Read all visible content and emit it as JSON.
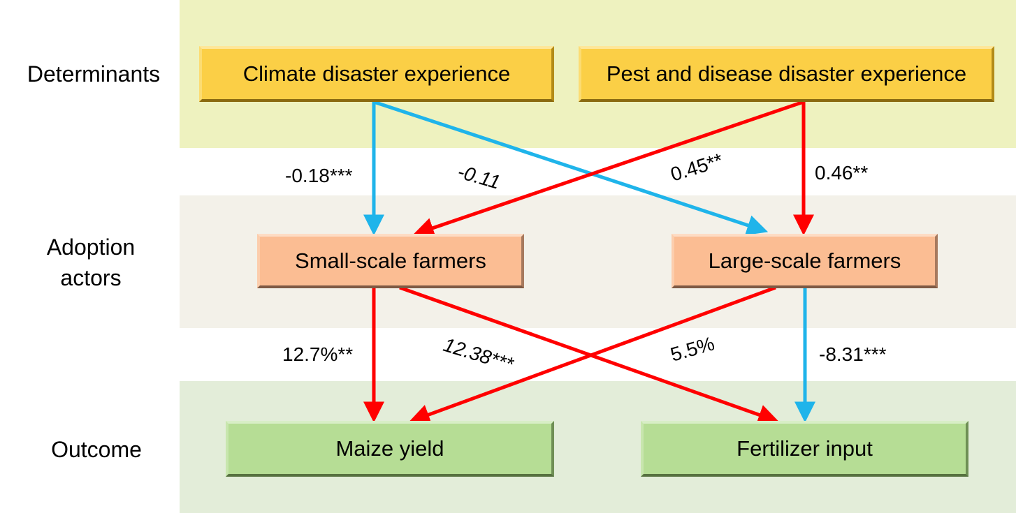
{
  "colors": {
    "positive_arrow": "#ff0000",
    "negative_arrow": "#1fb4ea",
    "determinants_band": "#eef2bf",
    "actors_band": "#f3f1e9",
    "outcome_band": "#e3edd9",
    "determinant_box": "#fbcf46",
    "actor_box": "#fbbd93",
    "outcome_box": "#b6dd95"
  },
  "rows": {
    "determinants": "Determinants",
    "actors_line1": "Adoption",
    "actors_line2": "actors",
    "outcome": "Outcome"
  },
  "nodes": {
    "climate": "Climate disaster experience",
    "pest": "Pest and disease disaster experience",
    "small": "Small-scale farmers",
    "large": "Large-scale farmers",
    "maize": "Maize yield",
    "fertilizer": "Fertilizer input"
  },
  "edges": [
    {
      "from": "climate",
      "to": "small",
      "label": "-0.18***",
      "sign": "negative",
      "italic": false
    },
    {
      "from": "climate",
      "to": "large",
      "label": "-0.11",
      "sign": "negative",
      "italic": true
    },
    {
      "from": "pest",
      "to": "small",
      "label": "0.45**",
      "sign": "positive",
      "italic": false
    },
    {
      "from": "pest",
      "to": "large",
      "label": "0.46**",
      "sign": "positive",
      "italic": false
    },
    {
      "from": "small",
      "to": "maize",
      "label": "12.7%**",
      "sign": "positive",
      "italic": false
    },
    {
      "from": "small",
      "to": "fertilizer",
      "label": "12.38***",
      "sign": "positive",
      "italic": true
    },
    {
      "from": "large",
      "to": "maize",
      "label": "5.5%",
      "sign": "positive",
      "italic": false
    },
    {
      "from": "large",
      "to": "fertilizer",
      "label": "-8.31***",
      "sign": "negative",
      "italic": false
    }
  ]
}
